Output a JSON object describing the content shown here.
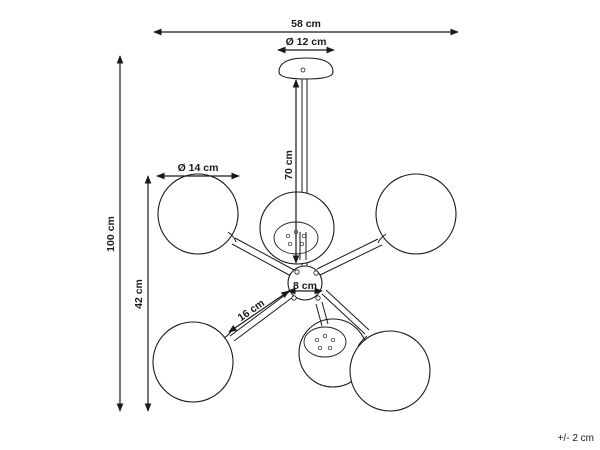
{
  "dimensions": {
    "overall_width": "58 cm",
    "canopy_diameter": "Ø 12 cm",
    "rod_length": "70 cm",
    "globe_diameter": "Ø 14 cm",
    "overall_height": "100 cm",
    "body_height": "42 cm",
    "hub_diameter": "8 cm",
    "arm_length": "16 cm"
  },
  "tolerance": "+/- 2 cm"
}
